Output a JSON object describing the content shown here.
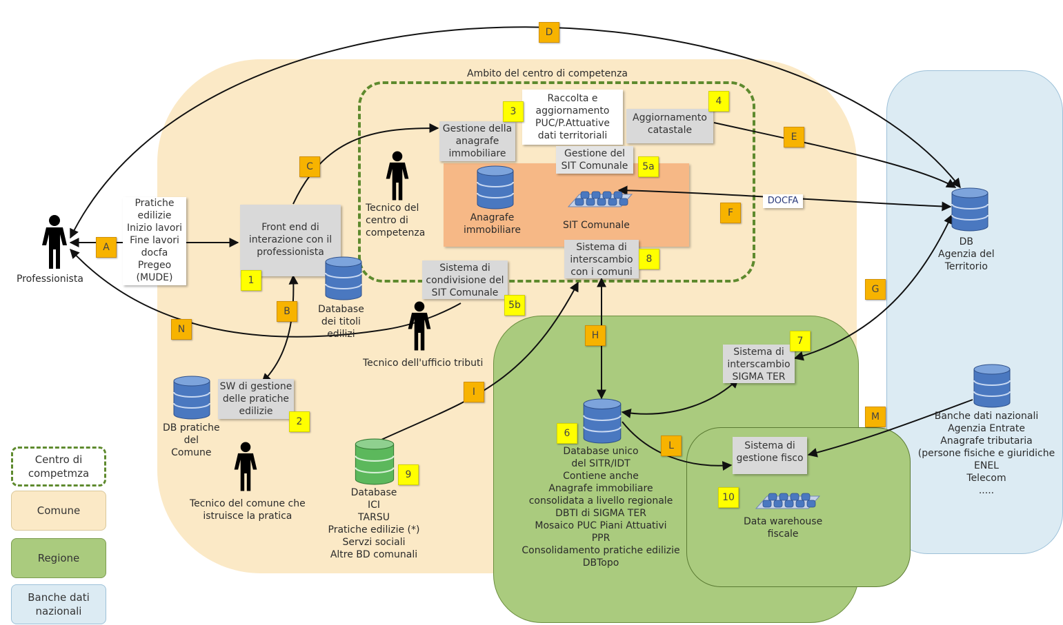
{
  "actors": {
    "professionista": "Professionista",
    "tecnico_centro": "Tecnico del\ncentro di\ncompetenza",
    "tecnico_tributi": "Tecnico dell'ufficio tributi",
    "tecnico_comune": "Tecnico del comune che\nistruisce la pratica"
  },
  "areas": {
    "ambito": "Ambito del centro di competenza"
  },
  "texts": {
    "pratiche": "Pratiche\nedilizie\nInizio lavori\nFine lavori\ndocfa\nPregeo\n(MUDE)",
    "front_end": "Front end di\ninterazione con il\nprofessionista",
    "db_titoli": "Database\ndei titoli\nedilizi",
    "sw_gestione": "SW di gestione\ndelle pratiche\nedilizie",
    "db_pratiche": "DB pratiche\ndel\nComune",
    "gestione_anagrafe": "Gestione della\nanagrafe\nimmobiliare",
    "raccolta": "Raccolta e\naggiornamento\nPUC/P.Attuative\ndati territoriali",
    "aggiornamento": "Aggiornamento\ncatastale",
    "gestione_sit": "Gestione del\nSIT Comunale",
    "anagrafe_immobiliare": "Anagrafe\nimmobiliare",
    "sit_comunale": "SIT Comunale",
    "sistema_interscambio": "Sistema di\ninterscambio\ncon i comuni",
    "sistema_condivisione": "Sistema di\ncondivisione del\nSIT Comunale",
    "docfa": "DOCFA",
    "db_agenzia": "DB\nAgenzia del\nTerritorio",
    "sigma_ter": "Sistema di\ninterscambio\nSIGMA TER",
    "db_unico": "Database unico\ndel SITR/IDT\nContiene anche\nAnagrafe immobiliare\nconsolidata a livello regionale\nDBTI di SIGMA TER\nMosaico PUC Piani Attuativi\nPPR\nConsolidamento pratiche edilizie\nDBTopo",
    "db_ici": "Database\nICI\nTARSU\nPratiche edilizie (*)\nServzi sociali\nAltre BD comunali",
    "gestione_fisco": "Sistema di\ngestione fisco",
    "data_warehouse": "Data warehouse\nfiscale",
    "banche_nazionali": "Banche dati nazionali\nAgenzia Entrate\nAnagrafe tributaria\n(persone fisiche e giuridiche\nENEL\nTelecom\n....."
  },
  "badges_letters": [
    "A",
    "B",
    "C",
    "D",
    "E",
    "F",
    "G",
    "H",
    "I",
    "L",
    "M",
    "N"
  ],
  "badges_numbers": [
    "1",
    "2",
    "3",
    "4",
    "5a",
    "5b",
    "6",
    "7",
    "8",
    "9",
    "10"
  ],
  "legend": {
    "centro": "Centro di\ncompetmza",
    "comune": "Comune",
    "regione": "Regione",
    "banche": "Banche dati\nnazionali"
  },
  "colors": {
    "comune": "#fbe9c6",
    "regione": "#aacb7e",
    "nazionali": "#dcebf3",
    "sit_panel": "#f6b886",
    "badge_letter": "#f7b300",
    "badge_number": "#ffff00",
    "dashed_border": "#5e8a2e",
    "db_blue": "#4a78c0",
    "db_green": "#5cb85c"
  }
}
